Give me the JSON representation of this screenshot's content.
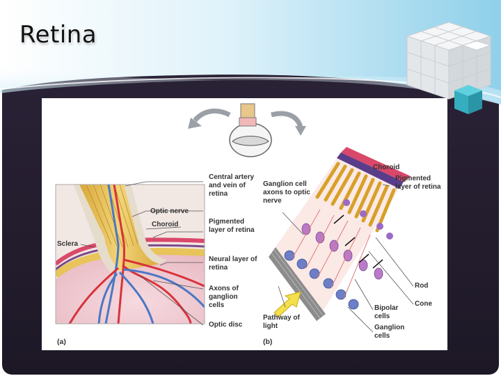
{
  "slide": {
    "title": "Retina"
  },
  "figure_a": {
    "panel_label": "(a)",
    "labels": {
      "central_artery": "Central artery and vein of retina",
      "optic_nerve": "Optic nerve",
      "choroid": "Choroid",
      "pigmented_layer": "Pigmented layer of retina",
      "sclera": "Sclera",
      "neural_layer": "Neural layer of retina",
      "axons": "Axons of ganglion cells",
      "optic_disc": "Optic disc"
    }
  },
  "figure_b": {
    "panel_label": "(b)",
    "labels": {
      "ganglion_axons": "Ganglion cell axons to optic nerve",
      "choroid": "Choroid",
      "pigmented_layer": "Pigmented layer of retina",
      "rod": "Rod",
      "cone": "Cone",
      "bipolar": "Bipolar cells",
      "ganglion": "Ganglion cells",
      "pathway": "Pathway of light"
    }
  },
  "colors": {
    "background_dark": "#231d2e",
    "header_blue": "#9fd8ef",
    "cube_teal": "#3fb3c4",
    "artery_red": "#d8323a",
    "vein_blue": "#4a78c4",
    "nerve_yellow": "#e8c45a",
    "choroid_pink": "#d9486a",
    "pigment_purple": "#5a3d8a"
  },
  "icons": [
    "cube-logo-icon",
    "eye-diagram-icon",
    "arrow-icon"
  ]
}
